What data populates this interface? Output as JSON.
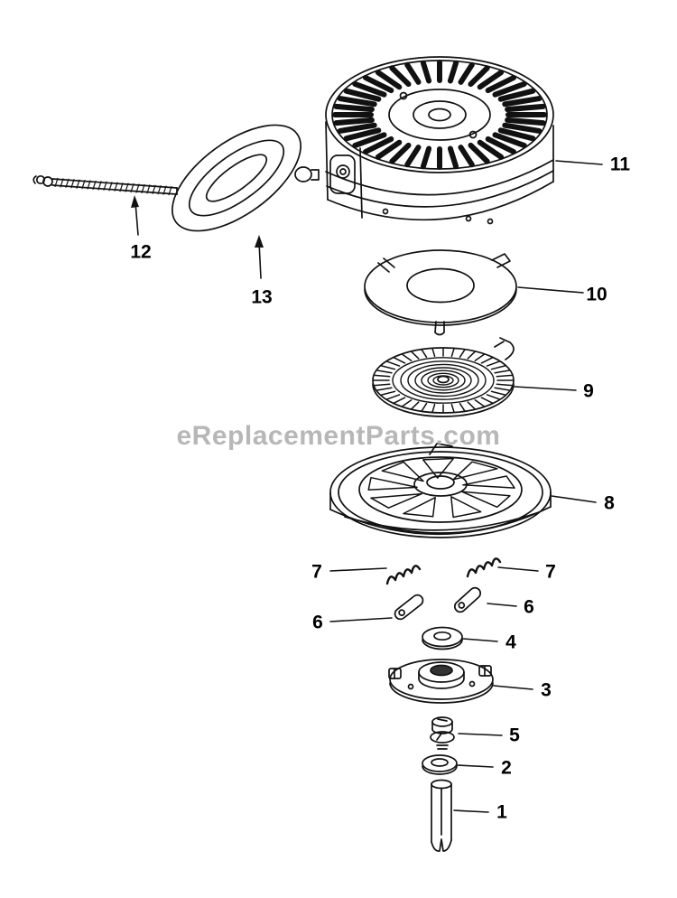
{
  "watermark": {
    "text": "eReplacementParts.com",
    "color": "#a6a6a6"
  },
  "diagram": {
    "ink_color": "#111111",
    "background_color": "#ffffff"
  },
  "callouts": [
    {
      "part": "11"
    },
    {
      "part": "12"
    },
    {
      "part": "13"
    },
    {
      "part": "10"
    },
    {
      "part": "9"
    },
    {
      "part": "8"
    },
    {
      "part": "7"
    },
    {
      "part": "7"
    },
    {
      "part": "6"
    },
    {
      "part": "6"
    },
    {
      "part": "4"
    },
    {
      "part": "3"
    },
    {
      "part": "5"
    },
    {
      "part": "2"
    },
    {
      "part": "1"
    }
  ]
}
